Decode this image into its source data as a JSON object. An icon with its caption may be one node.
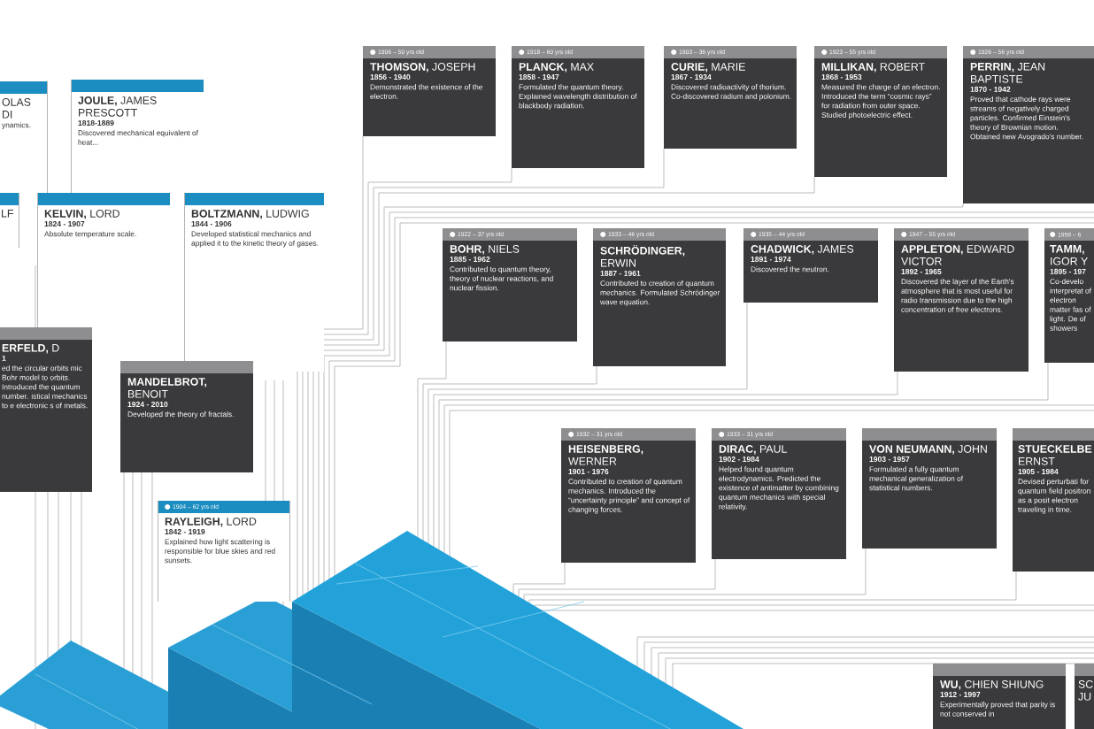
{
  "diagram": {
    "nodes": [
      {
        "text": [
          "OLAS DI",
          "ynamics."
        ]
      },
      {
        "text": [
          "**JOULE,** JAMES PRESCOTT",
          "1818-1889",
          "Discovered mechanical equivalent of heat..."
        ]
      },
      {
        "text": [
          "1906 – 50 yrs old",
          "**THOMSON,** JOSEPH",
          "1856 - 1940",
          "Demonstrated the existence of the electron."
        ]
      },
      {
        "text": [
          "1918 – 60 yrs old",
          "**PLANCK,** MAX",
          "1858 - 1947",
          "Formulated the quantum theory. Explained wavelength distribution of blackbody radiation."
        ]
      },
      {
        "text": [
          "1903 – 36 yrs old",
          "**CURIE,** MARIE",
          "1867 - 1934",
          "Discovered radioactivity of thorium. Co-discovered radium and polonium."
        ]
      },
      {
        "text": [
          "1923 – 55 yrs old",
          "**MILLIKAN,** ROBERT",
          "1868 - 1953",
          "Measured the charge of an electron. Introduced the term “cosmic rays” for radiation from outer space. Studied photoelectric effect."
        ]
      },
      {
        "text": [
          "1926 – 56 yrs old",
          "**PERRIN,** JEAN BAPTISTE",
          "1870 - 1942",
          "Proved that cathode rays were streams of negatively charged particles. Confirmed Einstein's theory of Brownian motion. Obtained new Avogrado's number."
        ]
      },
      {
        "text": [
          "LF"
        ]
      },
      {
        "text": [
          "**KELVIN,** LORD",
          "1824 - 1907",
          "Absolute temperature scale."
        ]
      },
      {
        "text": [
          "**BOLTZMANN,** LUDWIG",
          "1844 - 1906",
          "Developed statistical mechanics and applied it to the kinetic theory of gases."
        ]
      },
      {
        "text": [
          "1922 – 37 yrs old",
          "**BOHR,** NIELS",
          "1885 - 1962",
          "Contributed to quantum theory, theory of nuclear reactions, and nuclear fission."
        ]
      },
      {
        "text": [
          "1933 – 46 yrs old",
          "**SCHRÖDINGER,** ERWIN",
          "1887 - 1961",
          "Contributed to creation of quantum mechanics. Formulated Schrödinger wave equation."
        ]
      },
      {
        "text": [
          "1935 – 44 yrs old",
          "**CHADWICK,** JAMES",
          "1891 - 1974",
          "Discovered the neutron."
        ]
      },
      {
        "text": [
          "1947 – 55 yrs old",
          "**APPLETON,** EDWARD VICTOR",
          "1892 - 1965",
          "Discovered the layer of the Earth's atmosphere that is most useful for radio transmission due to the high concentration of free electrons."
        ]
      },
      {
        "text": [
          "1958 – 6",
          "**TAMM,** IGOR Y",
          "1895 - 197",
          "Co-develo interpretat of electron matter fas of light. De of showers"
        ]
      },
      {
        "text": [
          "**ERFELD,** D",
          "1",
          "ed the circular orbits mic Bohr model to orbits. Introduced the quantum number. istical mechanics to e electronic s of metals."
        ]
      },
      {
        "text": [
          "**MANDELBROT,** BENOIT",
          "1924 - 2010",
          "Developed the theory of fractals."
        ]
      },
      {
        "text": [
          "1904 – 62 yrs old",
          "**RAYLEIGH,** LORD",
          "1842 - 1919",
          "Explained how light scattering is responsible for blue skies and red sunsets."
        ]
      },
      {
        "text": [
          "1932 – 31 yrs old",
          "**HEISENBERG,** WERNER",
          "1901 - 1976",
          "Contributed to creation of quantum mechanics. Introduced the “uncertainty principle” and concept of changing forces."
        ]
      },
      {
        "text": [
          "1933 – 31 yrs old",
          "**DIRAC,** PAUL",
          "1902 - 1984",
          "Helped found quantum electrodynamics. Predicted the existence of antimatter by combining quantum mechanics with special relativity."
        ]
      },
      {
        "text": [
          "**VON NEUMANN,** JOHN",
          "1903 - 1957",
          "Formulated a fully quantum mechanical generalization of statistical numbers."
        ]
      },
      {
        "text": [
          "**STUECKELBE** ERNST",
          "1905 - 1984",
          "Devised perturbati for quantum field positron as a posit electron traveling in time."
        ]
      },
      {
        "text": [
          "**WU,** CHIEN SHIUNG",
          "1912 - 1997",
          "Experimentally proved that parity is not conserved in"
        ]
      },
      {
        "text": [
          "SC JU"
        ]
      }
    ]
  }
}
